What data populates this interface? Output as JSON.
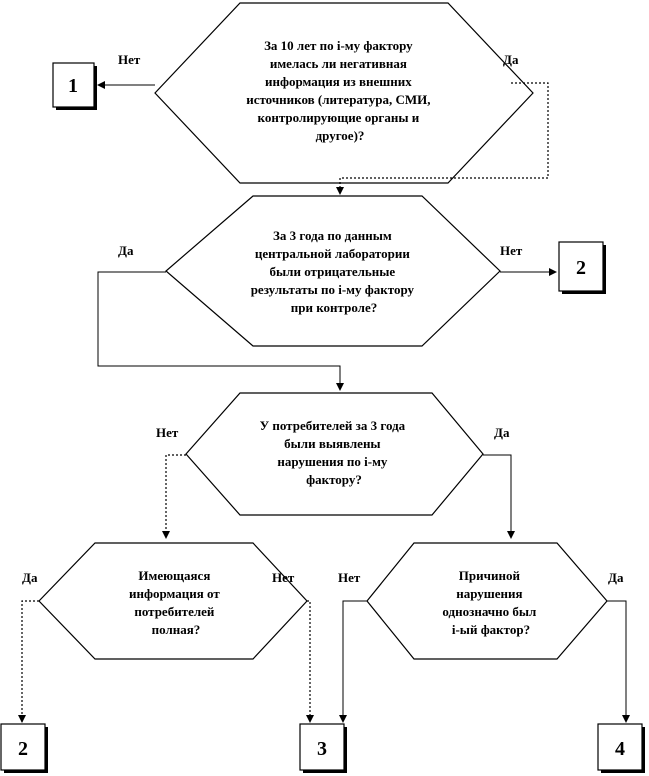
{
  "questions": {
    "q1": [
      "За 10 лет по i-му фактору",
      "имелась ли негативная",
      "информация из внешних",
      "источников  (литература, СМИ,",
      "контролирующие  органы и",
      "другое)?"
    ],
    "q2": [
      "За 3 года по данным",
      "центральной лаборатории",
      "были отрицательные",
      "результаты  по i-му фактору",
      "при контроле?"
    ],
    "q3": [
      "У потребителей за 3 года",
      "были выявлены",
      "нарушения  по i-му",
      "фактору?"
    ],
    "q4": [
      "Имеющаяся",
      "информация от",
      "потребителей",
      "полная?"
    ],
    "q5": [
      "Причиной",
      "нарушения",
      "однозначно был",
      "i-ый фактор?"
    ]
  },
  "labels": {
    "q1_no": "Нет",
    "q1_yes": "Да",
    "q2_yes": "Да",
    "q2_no": "Нет",
    "q3_no": "Нет",
    "q3_yes": "Да",
    "q4_yes": "Да",
    "q4_no": "Нет",
    "q5_no": "Нет",
    "q5_yes": "Да"
  },
  "outcomes": {
    "box_top_left": "1",
    "box_mid_right": "2",
    "box_bottom_1": "2",
    "box_bottom_2": "3",
    "box_bottom_3": "4"
  }
}
